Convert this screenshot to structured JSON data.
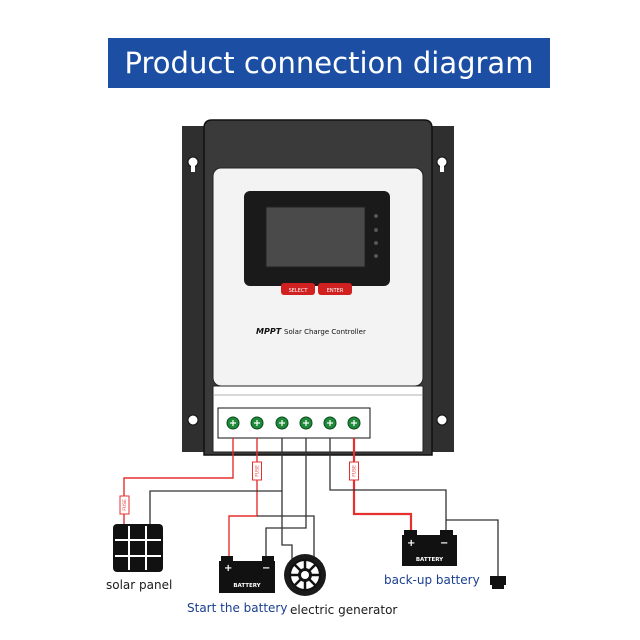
{
  "title": "Product connection diagram",
  "device": {
    "brand": "MPPT",
    "name": "Solar Charge Controller",
    "buttons": [
      "SELECT",
      "ENTER"
    ]
  },
  "fuse_label": "FUSE",
  "battery_label": "BATTERY",
  "labels": {
    "solar_panel": "solar panel",
    "start_battery": "Start the battery",
    "generator": "electric generator",
    "backup_battery": "back-up battery"
  },
  "colors": {
    "banner": "#1c4fa3",
    "positive_wire": "#e53030",
    "negative_wire": "#333333",
    "housing": "#3a3a3a",
    "terminal": "#1e8a3a"
  }
}
